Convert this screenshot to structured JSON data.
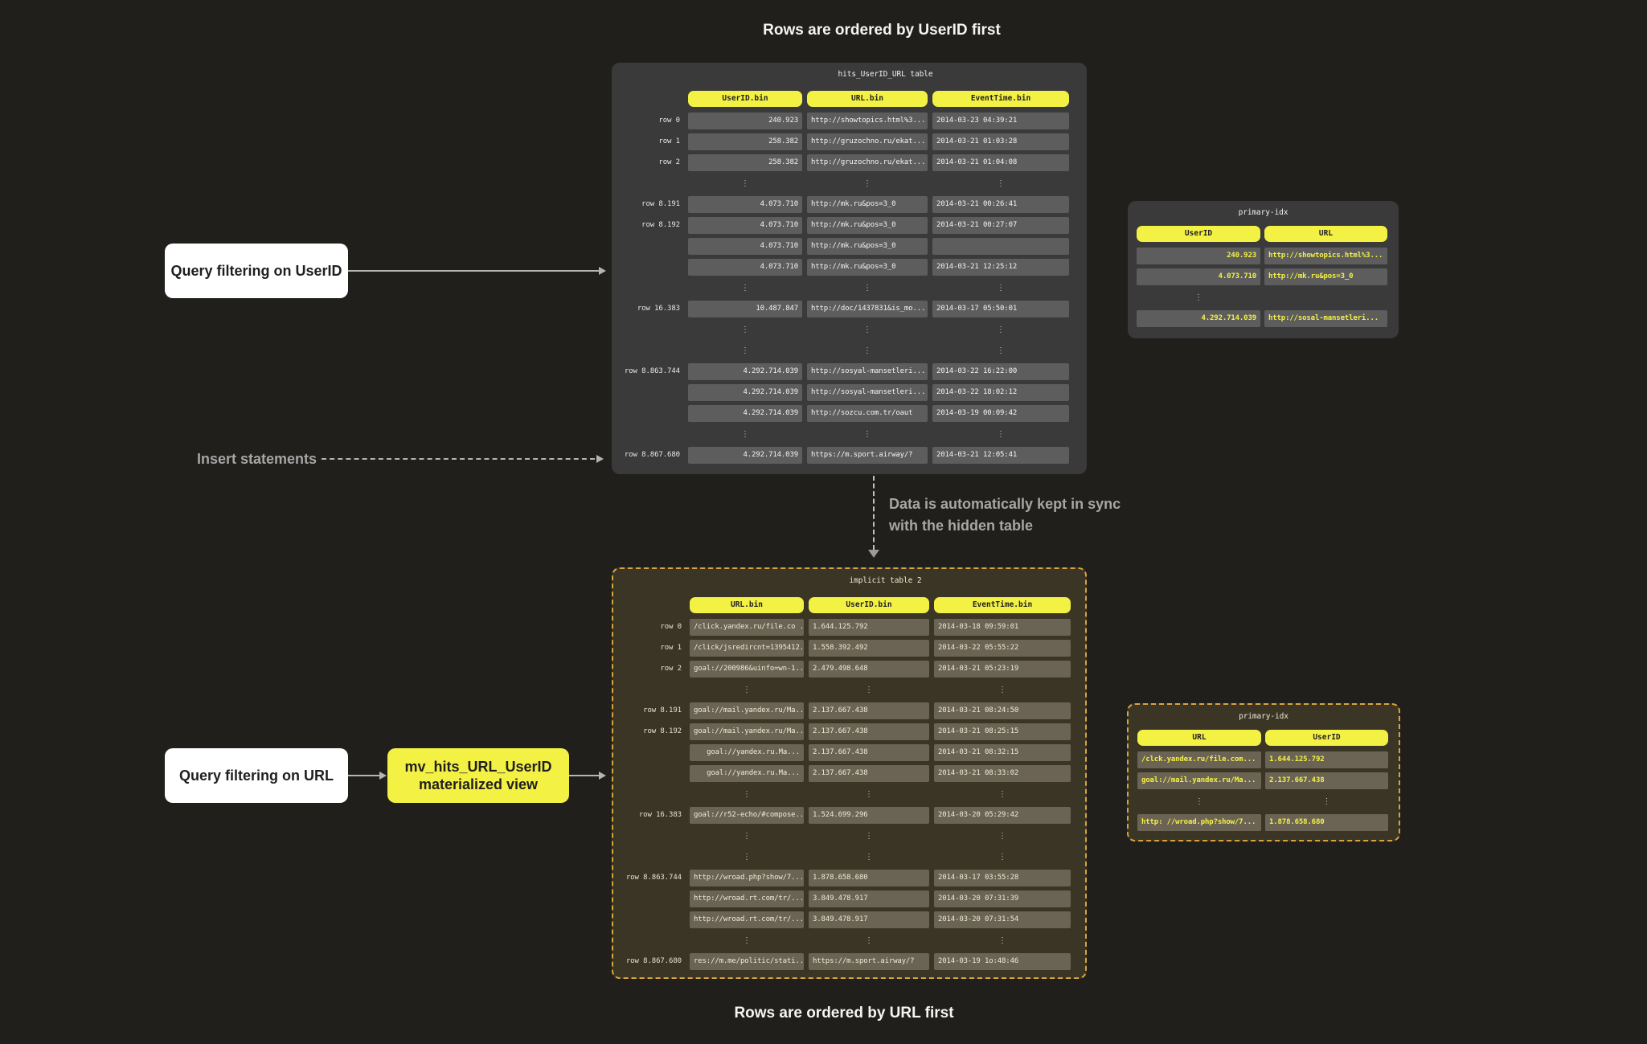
{
  "page": {
    "top_caption": "Rows are ordered by UserID first",
    "bottom_caption": "Rows are ordered by URL first"
  },
  "colors": {
    "background": "#201f1c",
    "accent_yellow": "#f4f145",
    "gray_panel": "#3a3a3a",
    "gray_cell": "#5d5d5d",
    "olive_panel": "#3b3526",
    "olive_cell": "#6b6455",
    "dashed_border": "#d9a43c",
    "annotation_text": "#a6a6a6"
  },
  "annotations": {
    "query_userid": "Query filtering on UserID",
    "query_url": "Query filtering on URL",
    "insert": "Insert statements",
    "sync_line1": "Data is automatically kept in sync",
    "sync_line2": "with the hidden table",
    "mv_line1": "mv_hits_URL_UserID",
    "mv_line2": "materialized view"
  },
  "main_table": {
    "title": "hits_UserID_URL table",
    "headers": [
      "UserID.bin",
      "URL.bin",
      "EventTime.bin"
    ],
    "rows": [
      {
        "label": "row 0",
        "cells": [
          "240.923",
          "http://showtopics.html%3...",
          "2014-03-23 04:39:21"
        ]
      },
      {
        "label": "row 1",
        "cells": [
          "258.382",
          "http://gruzochno.ru/ekat...",
          "2014-03-21 01:03:28"
        ]
      },
      {
        "label": "row 2",
        "cells": [
          "258.382",
          "http://gruzochno.ru/ekat...",
          "2014-03-21 01:04:08"
        ]
      },
      {
        "dots": [
          true,
          true,
          true
        ]
      },
      {
        "label": "row 8.191",
        "cells": [
          "4.073.710",
          "http://mk.ru&pos=3_0",
          "2014-03-21 00:26:41"
        ]
      },
      {
        "label": "row 8.192",
        "cells": [
          "4.073.710",
          "http://mk.ru&pos=3_0",
          "2014-03-21 00:27:07"
        ]
      },
      {
        "label": "",
        "cells": [
          "4.073.710",
          "http://mk.ru&pos=3_0",
          ""
        ]
      },
      {
        "label": "",
        "cells": [
          "4.073.710",
          "http://mk.ru&pos=3_0",
          "2014-03-21 12:25:12"
        ]
      },
      {
        "dots": [
          true,
          true,
          true
        ]
      },
      {
        "label": "row 16.383",
        "cells": [
          "10.487.847",
          "http://doc/1437831&is_mo...",
          "2014-03-17 05:50:01"
        ]
      },
      {
        "dots": [
          true,
          true,
          true
        ]
      },
      {
        "dots": [
          true,
          true,
          true
        ]
      },
      {
        "label": "row 8.863.744",
        "cells": [
          "4.292.714.039",
          "http://sosyal-mansetleri...",
          "2014-03-22 16:22:00"
        ]
      },
      {
        "label": "",
        "cells": [
          "4.292.714.039",
          "http://sosyal-mansetleri...",
          "2014-03-22 18:02:12"
        ]
      },
      {
        "label": "",
        "cells": [
          "4.292.714.039",
          "http://sozcu.com.tr/oaut",
          "2014-03-19 00:09:42"
        ]
      },
      {
        "dots": [
          true,
          true,
          true
        ]
      },
      {
        "label": "row 8.867.680",
        "cells": [
          "4.292.714.039",
          "https://m.sport.airway/?",
          "2014-03-21 12:05:41"
        ]
      }
    ]
  },
  "main_index": {
    "title": "primary-idx",
    "headers": [
      "UserID",
      "URL"
    ],
    "rows": [
      {
        "cells": [
          "240.923",
          "http://showtopics.html%3..."
        ]
      },
      {
        "cells": [
          "4.073.710",
          "http://mk.ru&pos=3_0"
        ]
      },
      {
        "dots": [
          true,
          false
        ]
      },
      {
        "cells": [
          "4.292.714.039",
          "http://sosal-mansetleri..."
        ]
      }
    ]
  },
  "implicit_table": {
    "title": "implicit table 2",
    "headers": [
      "URL.bin",
      "UserID.bin",
      "EventTime.bin"
    ],
    "rows": [
      {
        "label": "row 0",
        "cells": [
          "/click.yandex.ru/file.co ...",
          "1.644.125.792",
          "2014-03-18 09:59:01"
        ]
      },
      {
        "label": "row 1",
        "cells": [
          "/click/jsredircnt=1395412...",
          "1.558.392.492",
          "2014-03-22 05:55:22"
        ]
      },
      {
        "label": "row 2",
        "cells": [
          "goal://200986&uinfo=wn-1...",
          "2.479.498.648",
          "2014-03-21 05:23:19"
        ]
      },
      {
        "dots": [
          true,
          true,
          true
        ]
      },
      {
        "label": "row 8.191",
        "cells": [
          "goal://mail.yandex.ru/Ma...",
          "2.137.667.438",
          "2014-03-21 08:24:50"
        ]
      },
      {
        "label": "row 8.192",
        "cells": [
          "goal://mail.yandex.ru/Ma...",
          "2.137.667.438",
          "2014-03-21 08:25:15"
        ]
      },
      {
        "label": "",
        "cells": [
          "goal://yandex.ru.Ma...",
          "2.137.667.438",
          "2014-03-21 08:32:15"
        ]
      },
      {
        "label": "",
        "cells": [
          "goal://yandex.ru.Ma...",
          "2.137.667.438",
          "2014-03-21 08:33:02"
        ]
      },
      {
        "dots": [
          true,
          true,
          true
        ]
      },
      {
        "label": "row 16.383",
        "cells": [
          "goal://r52-echo/#compose...",
          "1.524.699.296",
          "2014-03-20 05:29:42"
        ]
      },
      {
        "dots": [
          true,
          true,
          true
        ]
      },
      {
        "dots": [
          true,
          true,
          true
        ]
      },
      {
        "label": "row 8.863.744",
        "cells": [
          "http://wroad.php?show/7...",
          "1.878.658.680",
          "2014-03-17 03:55:28"
        ]
      },
      {
        "label": "",
        "cells": [
          "http://wroad.rt.com/tr/...",
          "3.849.478.917",
          "2014-03-20 07:31:39"
        ]
      },
      {
        "label": "",
        "cells": [
          "http://wroad.rt.com/tr/...",
          "3.849.478.917",
          "2014-03-20 07:31:54"
        ]
      },
      {
        "dots": [
          true,
          true,
          true
        ]
      },
      {
        "label": "row 8.867.680",
        "cells": [
          "res://m.me/politic/stati...",
          "https://m.sport.airway/?",
          "2014-03-19 1o:48:46"
        ]
      }
    ]
  },
  "implicit_index": {
    "title": "primary-idx",
    "headers": [
      "URL",
      "UserID"
    ],
    "rows": [
      {
        "cells": [
          "/clck.yandex.ru/file.com...",
          "1.644.125.792"
        ]
      },
      {
        "cells": [
          "goal://mail.yandex.ru/Ma...",
          "2.137.667.438"
        ]
      },
      {
        "dots": [
          true,
          true
        ]
      },
      {
        "cells": [
          "http: //wroad.php?show/7...",
          "1.878.658.680"
        ]
      }
    ]
  }
}
